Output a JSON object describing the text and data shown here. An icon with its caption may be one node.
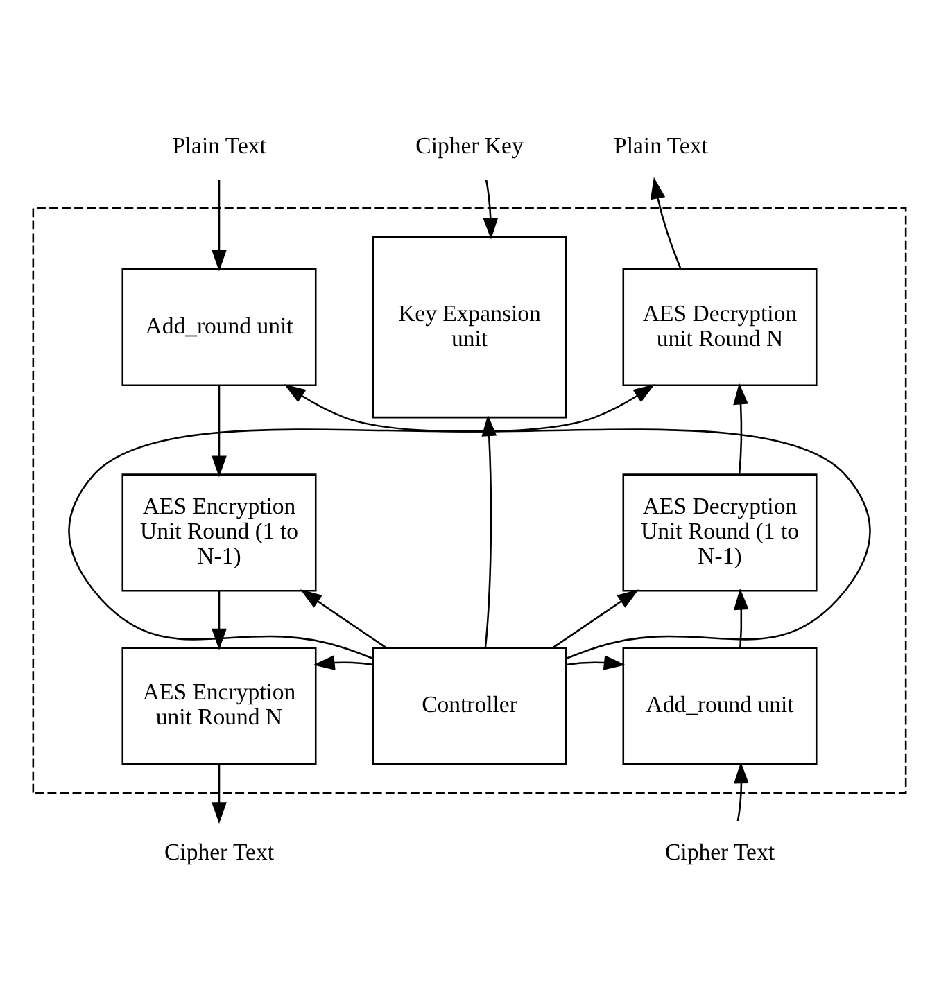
{
  "diagram": {
    "nodes": [
      {
        "text": [
          "Plain Text"
        ]
      },
      {
        "text": [
          "Cipher Key"
        ]
      },
      {
        "text": [
          "Plain Text"
        ]
      },
      {
        "text": [],
        "shape": "box"
      },
      {
        "text": [
          "Add_round unit"
        ],
        "in": 3
      },
      {
        "text": [
          "AES Encryption Unit Round (1 to N-1)"
        ],
        "in": 3
      },
      {
        "text": [
          "AES Encryption unit Round N"
        ],
        "in": 3
      },
      {
        "text": [
          "Key Expansion unit"
        ],
        "in": 3
      },
      {
        "text": [
          "Controller"
        ],
        "in": 3
      },
      {
        "text": [
          "AES Decryption unit Round N"
        ],
        "in": 3
      },
      {
        "text": [
          "AES Decryption Unit Round (1 to N-1)"
        ],
        "in": 3
      },
      {
        "text": [
          "Add_round unit"
        ],
        "in": 3
      },
      {
        "text": [
          "Cipher Text"
        ]
      },
      {
        "text": [
          "Cipher Text"
        ]
      }
    ],
    "edges": [
      {
        "from": 0,
        "to": 4,
        "arrow": "to"
      },
      {
        "from": 1,
        "to": 7,
        "arrow": "to"
      },
      {
        "from": 9,
        "to": 2,
        "arrow": "to"
      },
      {
        "from": 4,
        "to": 5,
        "arrow": "to"
      },
      {
        "from": 5,
        "to": 6,
        "arrow": "to"
      },
      {
        "from": 6,
        "to": 12,
        "arrow": "to"
      },
      {
        "from": 8,
        "to": 4,
        "arrow": "to"
      },
      {
        "from": 8,
        "to": 5,
        "arrow": "to"
      },
      {
        "from": 8,
        "to": 6,
        "arrow": "to"
      },
      {
        "from": 8,
        "to": 7,
        "arrow": "to"
      },
      {
        "from": 8,
        "to": 9,
        "arrow": "to"
      },
      {
        "from": 8,
        "to": 10,
        "arrow": "to"
      },
      {
        "from": 8,
        "to": 11,
        "arrow": "to"
      },
      {
        "from": 11,
        "to": 10,
        "arrow": "to"
      },
      {
        "from": 10,
        "to": 9,
        "arrow": "to"
      },
      {
        "from": 13,
        "to": 11,
        "arrow": "to"
      }
    ]
  }
}
